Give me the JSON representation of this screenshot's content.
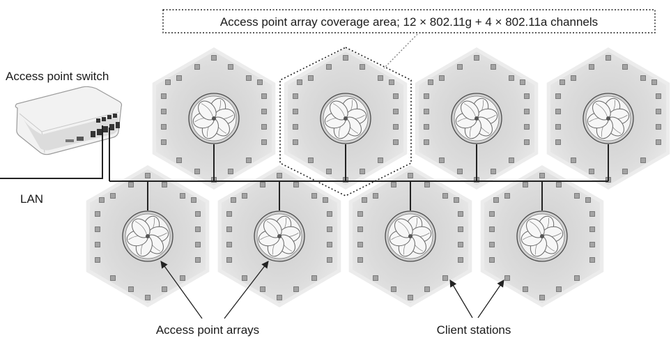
{
  "labels": {
    "coverage_callout": "Access point array coverage area; 12 × 802.11g + 4 × 802.11a channels",
    "switch": "Access point switch",
    "lan": "LAN",
    "arrays": "Access point arrays",
    "clients": "Client stations"
  },
  "colors": {
    "hex_fill": "#dedede",
    "hex_halo": "#e9e9e9",
    "line": "#222222",
    "station_fill": "#a3a3a3",
    "station_stroke": "#6a6a6a",
    "ap_fill": "#f4f4f4",
    "ap_stroke": "#4a4a4a",
    "callout_stroke": "#333333",
    "leader": "#888888"
  },
  "icons": {
    "switch": "access-point-switch-icon",
    "array": "access-point-array-icon",
    "station": "client-station-icon"
  }
}
